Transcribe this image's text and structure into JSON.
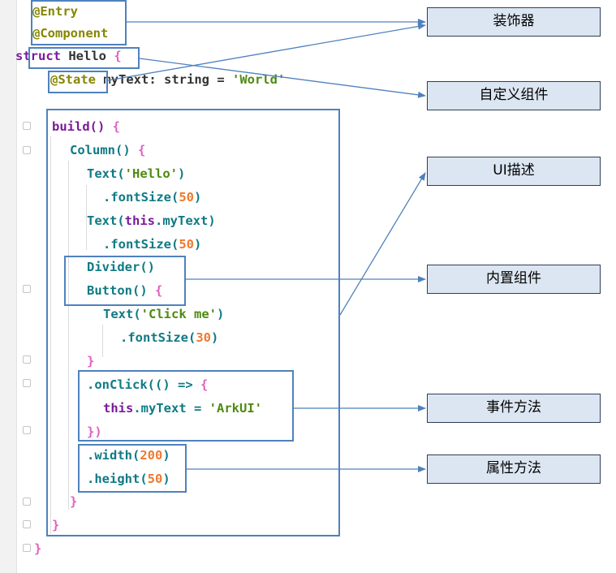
{
  "code": {
    "entry": "@Entry",
    "component": "@Component",
    "struct_kw": "struct",
    "struct_name": "Hello",
    "open_brace": "{",
    "close_brace": "}",
    "state_anno": "@State",
    "state_rest": "myText: string = ",
    "state_value": "'World'",
    "build_call": "build()",
    "column_call": "Column()",
    "text1_call": "Text(",
    "text1_arg": "'Hello'",
    "close_paren": ")",
    "fontsize_call": ".fontSize(",
    "fontsize_50": "50",
    "this_kw": "this",
    "text2_prefix": "Text(",
    "text2_suffix": ".myText)",
    "divider_call": "Divider()",
    "button_call": "Button()",
    "text3_call": "Text(",
    "text3_arg": "'Click me'",
    "fontsize_30": "30",
    "onclick_call": ".onClick(() => ",
    "assign_rest": ".myText = ",
    "assign_value": "'ArkUI'",
    "onclick_close": "})",
    "width_call": ".width(",
    "width_value": "200",
    "height_call": ".height(",
    "height_value": "50"
  },
  "labels": {
    "decorator": "装饰器",
    "custom_component": "自定义组件",
    "ui_description": "UI描述",
    "builtin_component": "内置组件",
    "event_method": "事件方法",
    "attribute_method": "属性方法"
  },
  "colors": {
    "callout_border": "#4f81bd",
    "label_fill": "#dce6f2",
    "arrow": "#4f81bd"
  }
}
